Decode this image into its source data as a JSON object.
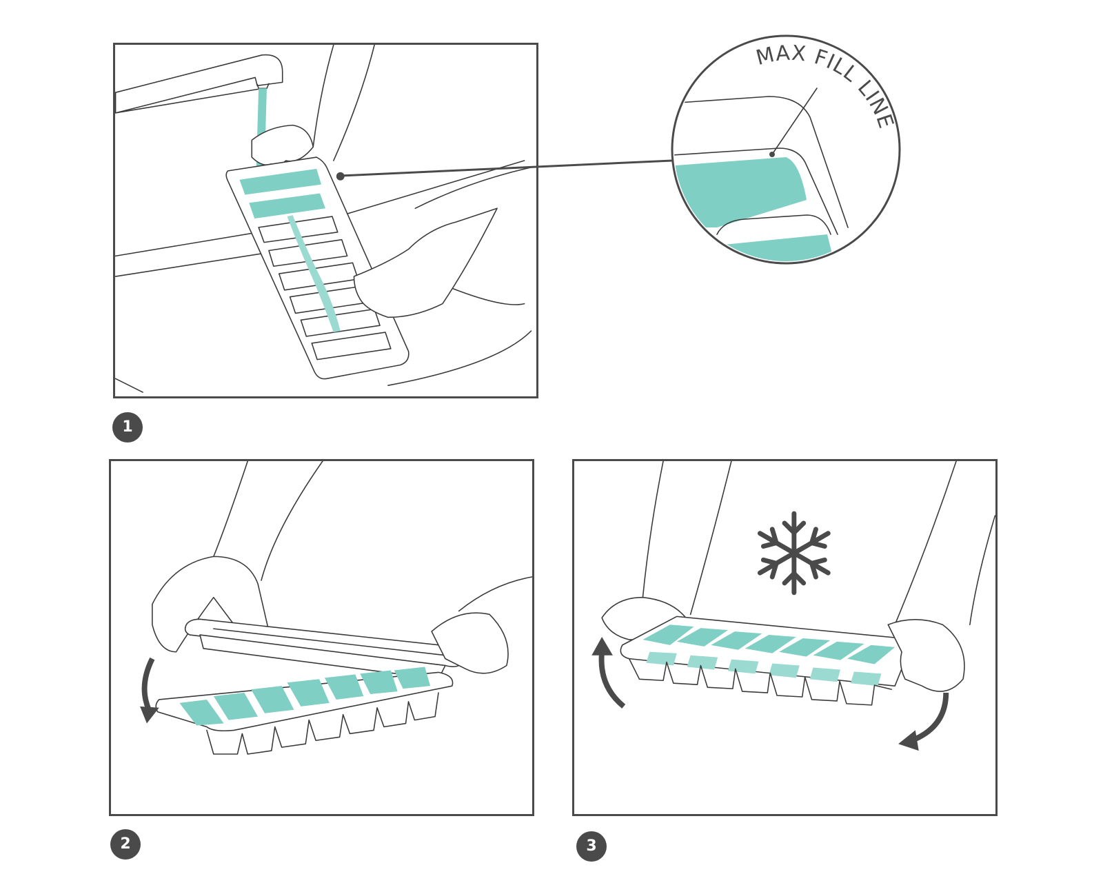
{
  "steps": [
    {
      "number": "1"
    },
    {
      "number": "2"
    },
    {
      "number": "3"
    }
  ],
  "callout": {
    "label": "MAX FILL LINE"
  },
  "colors": {
    "water": "#7fcfc4",
    "ink": "#3a3a3a",
    "badge": "#4a4a4a"
  }
}
